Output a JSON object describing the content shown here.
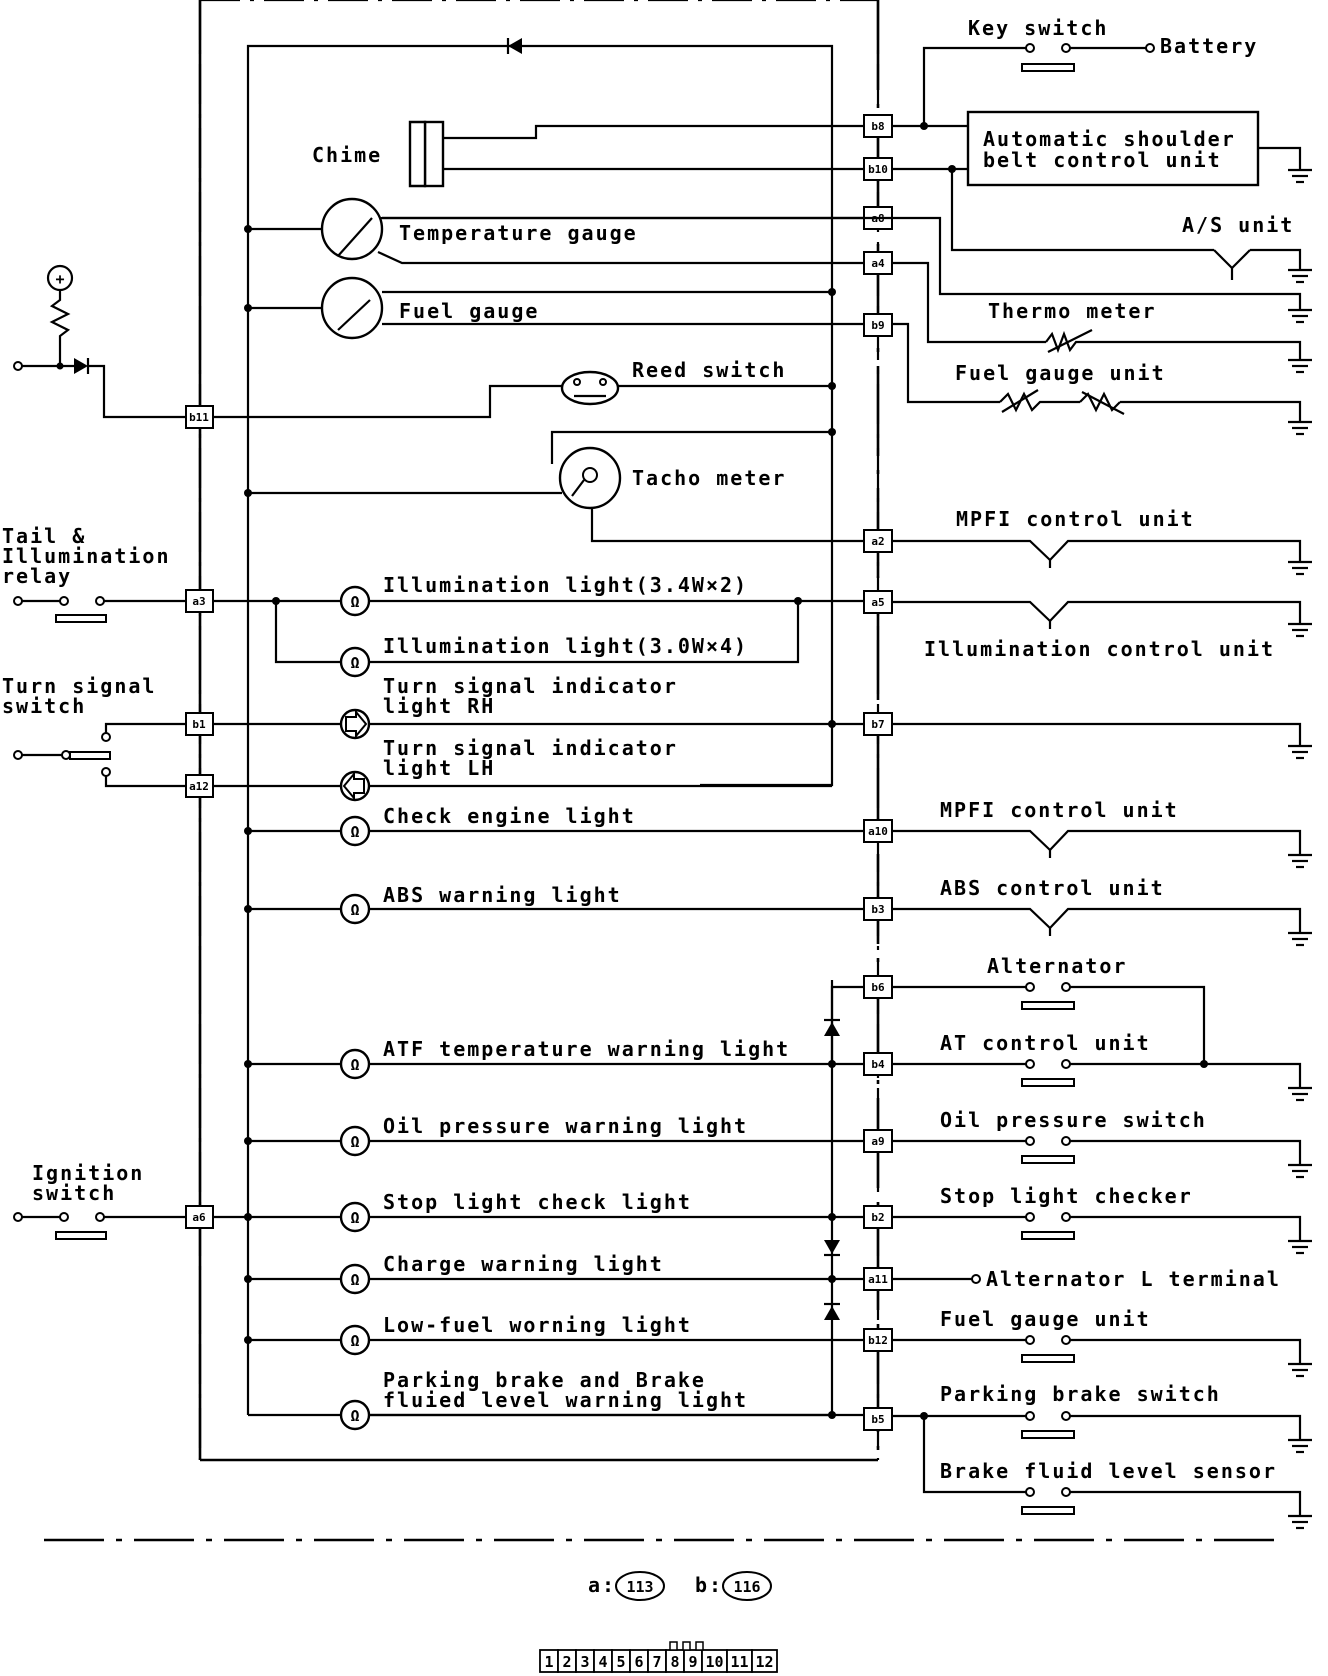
{
  "components": {
    "key_switch": "Key switch",
    "battery": "Battery",
    "chime": "Chime",
    "auto_belt_1": "Automatic shoulder",
    "auto_belt_2": "belt control unit",
    "as_unit": "A/S unit",
    "thermo_meter": "Thermo meter",
    "fuel_gauge_unit_top": "Fuel gauge unit",
    "reed_switch": "Reed switch",
    "tacho_meter": "Tacho meter",
    "mpfi_top": "MPFI control unit",
    "illum_control": "Illumination control unit",
    "tail_relay_1": "Tail &",
    "tail_relay_2": "Illumination",
    "tail_relay_3": "relay",
    "turn_switch_1": "Turn signal",
    "turn_switch_2": "switch",
    "ignition_1": "Ignition",
    "ignition_2": "switch",
    "mpfi_bottom": "MPFI control unit",
    "abs_unit": "ABS control unit",
    "alternator": "Alternator",
    "at_unit": "AT control unit",
    "oil_switch": "Oil pressure switch",
    "stop_checker": "Stop light checker",
    "alt_l": "Alternator L terminal",
    "fuel_gauge_unit_bottom": "Fuel gauge unit",
    "parking_switch": "Parking brake switch",
    "brake_sensor": "Brake fluid level sensor"
  },
  "meter_items": {
    "temp_gauge": "Temperature gauge",
    "fuel_gauge": "Fuel gauge",
    "illum_1": "Illumination light(3.4W×2)",
    "illum_2": "Illumination light(3.0W×4)",
    "turn_rh_1": "Turn signal indicator",
    "turn_rh_2": "light RH",
    "turn_lh_1": "Turn signal indicator",
    "turn_lh_2": "light LH",
    "check_engine": "Check engine light",
    "abs_warn": "ABS warning light",
    "atf_warn": "ATF temperature warning light",
    "oil_warn": "Oil pressure warning light",
    "stop_check": "Stop light check light",
    "charge_warn": "Charge warning light",
    "low_fuel": "Low-fuel worning light",
    "brake_warn_1": "Parking brake and Brake",
    "brake_warn_2": "fluied level warning light"
  },
  "pins": {
    "b8": "b8",
    "b10": "b10",
    "a8": "a8",
    "a4": "a4",
    "b9": "b9",
    "b11": "b11",
    "a2": "a2",
    "a3": "a3",
    "a5": "a5",
    "b1": "b1",
    "b7": "b7",
    "a12": "a12",
    "a10": "a10",
    "b3": "b3",
    "b6": "b6",
    "b4": "b4",
    "a9": "a9",
    "a6": "a6",
    "b2": "b2",
    "a11": "a11",
    "b12": "b12",
    "b5": "b5"
  },
  "connector_legend": {
    "a_prefix": "a:",
    "a_num": "113",
    "b_prefix": "b:",
    "b_num": "116"
  },
  "connector_pins": [
    "1",
    "2",
    "3",
    "4",
    "5",
    "6",
    "7",
    "8",
    "9",
    "10",
    "11",
    "12"
  ],
  "bulb_glyph": "Ω",
  "plus_glyph": "+"
}
